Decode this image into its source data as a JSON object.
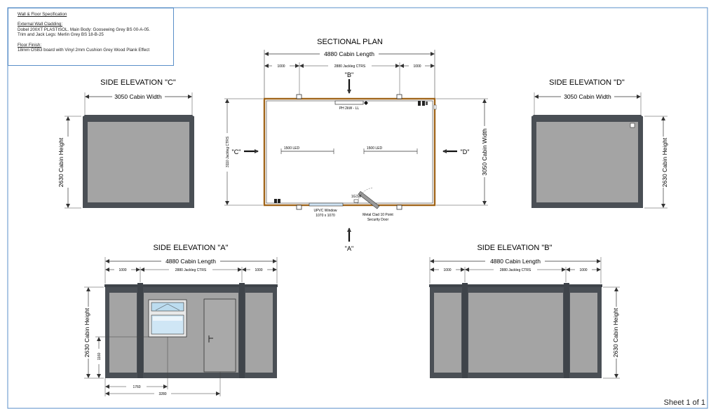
{
  "spec": {
    "heading": "Wall & Floor Specification",
    "external_title": "External Wall Cladding:",
    "external_line1": "Dobel 200XT PLASTISOL. Main Body: Goosewing Grey BS 00-A-05.",
    "external_line2": "Trim and Jack Legs: Merlin Grey BS 18-B-25",
    "floor_title": "Floor Finish:",
    "floor_line1": "18mm OSB3 board with Vinyl 2mm Cushion Grey Wood Plank Effect"
  },
  "plan": {
    "title": "SECTIONAL PLAN",
    "length": "4880 Cabin Length",
    "seg_left": "1000",
    "seg_mid": "2880 Jackleg CTRS",
    "seg_right": "1000",
    "jackleg_side": "3110 Jackleg CTRS",
    "width": "3050 Cabin Width",
    "heater": "PH 2kW - LL",
    "led_left": "1500 LED",
    "led_right": "1500 LED",
    "socket": "1G1W",
    "window_line1": "UPVC Window",
    "window_line2": "1070 x 1070",
    "door_line1": "Metal Clad 10 Point",
    "door_line2": "Security Door",
    "marker_a": "\"A\"",
    "marker_b": "\"B\"",
    "marker_c": "\"C\"",
    "marker_d": "\"D\""
  },
  "elev_c": {
    "title": "SIDE ELEVATION \"C\"",
    "width": "3050 Cabin Width",
    "height": "2630 Cabin Height"
  },
  "elev_d": {
    "title": "SIDE ELEVATION \"D\"",
    "width": "3050 Cabin Width",
    "height": "2630 Cabin Height"
  },
  "elev_a": {
    "title": "SIDE ELEVATION \"A\"",
    "length": "4880 Cabin Length",
    "seg_left": "1000",
    "seg_mid": "2880 Jackleg CTRS",
    "seg_right": "1000",
    "height": "2630 Cabin Height",
    "sill": "1160",
    "win_pos": "1760",
    "door_pos": "3280"
  },
  "elev_b": {
    "title": "SIDE ELEVATION \"B\"",
    "length": "4880 Cabin Length",
    "seg_left": "1000",
    "seg_mid": "2880 Jackleg CTRS",
    "seg_right": "1000",
    "height": "2630 Cabin Height"
  },
  "sheet": {
    "label": "Sheet 1 of 1"
  },
  "colors": {
    "panel": "#a4a4a4",
    "frame": "#4a4f55",
    "floor_edge": "#a0651a",
    "border": "#5a8fc8"
  }
}
